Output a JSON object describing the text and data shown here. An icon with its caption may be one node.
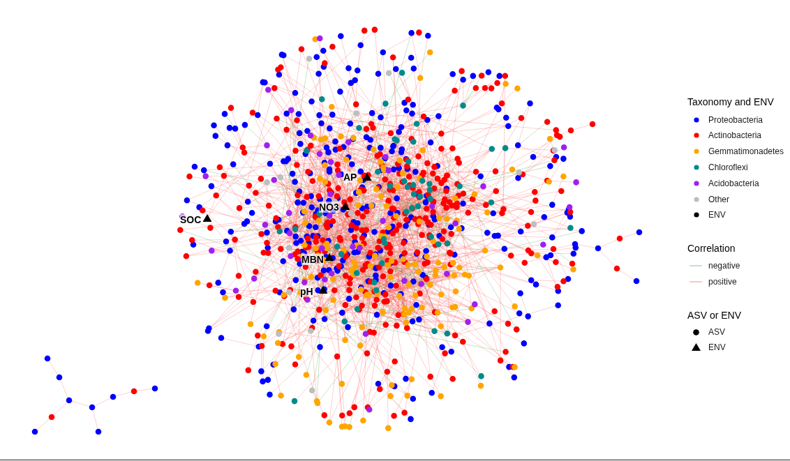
{
  "diagram": {
    "labels": [
      "AP",
      "NO3",
      "SOC",
      "MBN",
      "pH",
      "Taxonomy and ENV",
      "Correlation",
      "ASV or ENV"
    ],
    "legend": [
      {
        "text": "Proteobacteria",
        "color": "#0000ff"
      },
      {
        "text": "Actinobacteria",
        "color": "#ff0000"
      },
      {
        "text": "Gemmatimonadetes",
        "color": "#ffa500"
      },
      {
        "text": "Chloroflexi",
        "color": "#008b8b"
      },
      {
        "text": "Acidobacteria",
        "color": "#a020f0"
      },
      {
        "text": "Other",
        "color": "#bebebe"
      },
      {
        "text": "ENV",
        "color": "#000000"
      },
      {
        "text": "negative"
      },
      {
        "text": "positive"
      },
      {
        "text": "ASV"
      },
      {
        "text": "ENV"
      }
    ]
  }
}
